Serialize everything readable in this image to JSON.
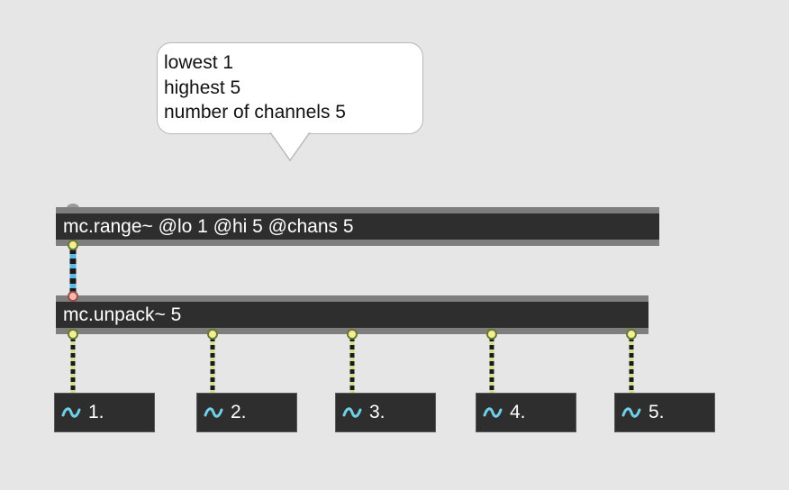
{
  "comment": {
    "lines": [
      "lowest 1",
      "highest 5",
      "number of channels 5"
    ]
  },
  "objects": {
    "range": {
      "text": "mc.range~ @lo 1 @hi 5 @chans 5"
    },
    "unpack": {
      "text": "mc.unpack~ 5"
    }
  },
  "displays": [
    {
      "label": "1.",
      "icon": "signal-wave-icon"
    },
    {
      "label": "2.",
      "icon": "signal-wave-icon"
    },
    {
      "label": "3.",
      "icon": "signal-wave-icon"
    },
    {
      "label": "4.",
      "icon": "signal-wave-icon"
    },
    {
      "label": "5.",
      "icon": "signal-wave-icon"
    }
  ],
  "colors": {
    "canvas": "#e6e6e6",
    "object_body": "#2e2e2e",
    "object_frame": "#7e7e7e",
    "mc_cord": "#5ab8e6",
    "signal_cord": "#cfe08a",
    "wave_icon": "#6fd0e6"
  }
}
